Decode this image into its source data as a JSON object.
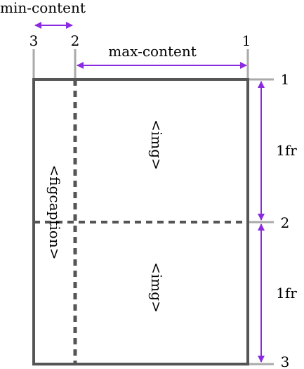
{
  "labels": {
    "min_content": "min-content",
    "max_content": "max-content",
    "figcaption": "<figcaption>",
    "img_top": "<img>",
    "img_bottom": "<img>",
    "row1_size": "1fr",
    "row2_size": "1fr"
  },
  "column_lines": [
    "3",
    "2",
    "1"
  ],
  "row_lines": [
    "1",
    "2",
    "3"
  ],
  "colors": {
    "grid_line": "#555555",
    "line_tick": "#aaaaaa",
    "arrow": "#8a2be2",
    "text": "#000000"
  }
}
